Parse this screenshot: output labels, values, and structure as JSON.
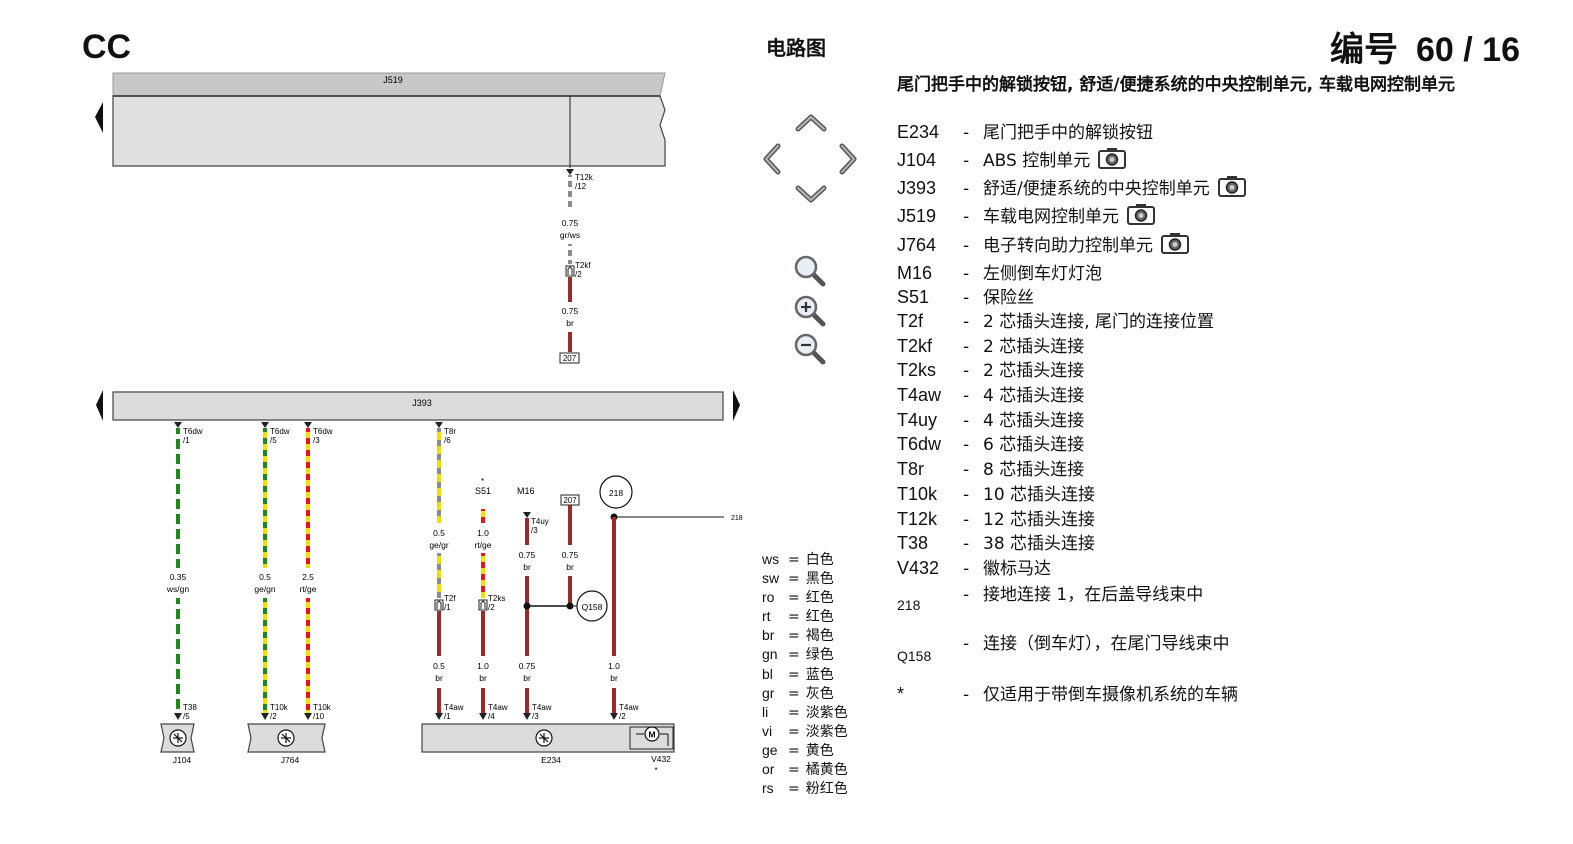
{
  "header": {
    "model": "CC",
    "title": "电路图",
    "number_label": "编号",
    "number_value": "60 / 16"
  },
  "legend": {
    "heading": "尾门把手中的解锁按钮, 舒适/便捷系统的中央控制单元, 车载电网控制单元",
    "dash": "-",
    "items": [
      {
        "code": "E234",
        "desc": "尾门把手中的解锁按钮",
        "camera": false
      },
      {
        "code": "J104",
        "desc": "ABS 控制单元",
        "camera": true
      },
      {
        "code": "J393",
        "desc": "舒适/便捷系统的中央控制单元",
        "camera": true
      },
      {
        "code": "J519",
        "desc": "车载电网控制单元",
        "camera": true
      },
      {
        "code": "J764",
        "desc": "电子转向助力控制单元",
        "camera": true
      },
      {
        "code": "M16",
        "desc": "左侧倒车灯灯泡",
        "camera": false
      },
      {
        "code": "S51",
        "desc": "保险丝",
        "camera": false
      },
      {
        "code": "T2f",
        "desc": "2 芯插头连接, 尾门的连接位置",
        "camera": false
      },
      {
        "code": "T2kf",
        "desc": "2 芯插头连接",
        "camera": false
      },
      {
        "code": "T2ks",
        "desc": "2 芯插头连接",
        "camera": false
      },
      {
        "code": "T4aw",
        "desc": "4 芯插头连接",
        "camera": false
      },
      {
        "code": "T4uy",
        "desc": "4 芯插头连接",
        "camera": false
      },
      {
        "code": "T6dw",
        "desc": "6 芯插头连接",
        "camera": false
      },
      {
        "code": "T8r",
        "desc": "8 芯插头连接",
        "camera": false
      },
      {
        "code": "T10k",
        "desc": "10 芯插头连接",
        "camera": false
      },
      {
        "code": "T12k",
        "desc": "12 芯插头连接",
        "camera": false
      },
      {
        "code": "T38",
        "desc": "38 芯插头连接",
        "camera": false
      },
      {
        "code": "V432",
        "desc": "徽标马达",
        "camera": false
      },
      {
        "code": "218",
        "desc": "接地连接 1，在后盖导线束中",
        "camera": false
      },
      {
        "code": "Q158",
        "desc": "连接（倒车灯），在尾门导线束中",
        "camera": false
      },
      {
        "code": "*",
        "desc": "仅适用于带倒车摄像机系统的车辆",
        "camera": false
      }
    ]
  },
  "color_key": {
    "separator": "=",
    "items": [
      {
        "code": "ws",
        "name": "白色"
      },
      {
        "code": "sw",
        "name": "黑色"
      },
      {
        "code": "ro",
        "name": "红色"
      },
      {
        "code": "rt",
        "name": "红色"
      },
      {
        "code": "br",
        "name": "褐色"
      },
      {
        "code": "gn",
        "name": "绿色"
      },
      {
        "code": "bl",
        "name": "蓝色"
      },
      {
        "code": "gr",
        "name": "灰色"
      },
      {
        "code": "li",
        "name": "淡紫色"
      },
      {
        "code": "vi",
        "name": "淡紫色"
      },
      {
        "code": "ge",
        "name": "黄色"
      },
      {
        "code": "or",
        "name": "橘黄色"
      },
      {
        "code": "rs",
        "name": "粉红色"
      }
    ]
  },
  "wire_colors": {
    "ws": "#ffffff",
    "gn": "#1e8a1e",
    "ge": "#f0e000",
    "rt": "#e8141e",
    "br": "#9b2b2b",
    "gr": "#8c8c8c",
    "frame": "#c8c8c8",
    "unit": "#dcdcdc"
  },
  "diagram": {
    "units": {
      "j519": "J519",
      "j393": "J393",
      "j104": "J104",
      "j764": "J764",
      "e234": "E234",
      "v432": "V432",
      "v432_note": "*"
    },
    "parts": {
      "s51": "S51",
      "s51_note": "*",
      "m16": "M16",
      "fuse_ref": "207",
      "fuse_ref_2": "207",
      "ground_ref": "218",
      "ground_ref_2": "218",
      "splice": "Q158",
      "motor": "M"
    },
    "connectors": {
      "t12k": "T12k",
      "t12k_pin": "/12",
      "t2kf": "T2kf",
      "t2kf_pin": "/2",
      "t6dw_1": "T6dw",
      "t6dw_1_pin": "/1",
      "t6dw_5": "T6dw",
      "t6dw_5_pin": "/5",
      "t6dw_3": "T6dw",
      "t6dw_3_pin": "/3",
      "t8r": "T8r",
      "t8r_pin": "/6",
      "t4uy": "T4uy",
      "t4uy_pin": "/3",
      "t2f": "T2f",
      "t2f_pin": "/1",
      "t2ks": "T2ks",
      "t2ks_pin": "/2",
      "t38": "T38",
      "t38_pin": "/5",
      "t10k_2": "T10k",
      "t10k_2_pin": "/2",
      "t10k_10": "T10k",
      "t10k_10_pin": "/10",
      "t4aw_1": "T4aw",
      "t4aw_1_pin": "/1",
      "t4aw_4": "T4aw",
      "t4aw_4_pin": "/4",
      "t4aw_3": "T4aw",
      "t4aw_3_pin": "/3",
      "t4aw_2": "T4aw",
      "t4aw_2_pin": "/2"
    },
    "wires": {
      "w_top_1": {
        "size": "0.75",
        "color": "gr/ws"
      },
      "w_top_2": {
        "size": "0.75",
        "color": "br"
      },
      "w_j104": {
        "size": "0.35",
        "color": "ws/gn"
      },
      "w_j764a": {
        "size": "0.5",
        "color": "ge/gn"
      },
      "w_j764b": {
        "size": "2.5",
        "color": "rt/ge"
      },
      "w_t8r": {
        "size": "0.5",
        "color": "ge/gr"
      },
      "w_s51": {
        "size": "1.0",
        "color": "rt/ge"
      },
      "w_m16": {
        "size": "0.75",
        "color": "br"
      },
      "w_207": {
        "size": "0.75",
        "color": "br"
      },
      "w_t2f": {
        "size": "0.5",
        "color": "br"
      },
      "w_t2ks": {
        "size": "1.0",
        "color": "br"
      },
      "w_m16_low": {
        "size": "0.75",
        "color": "br"
      },
      "w_218": {
        "size": "1.0",
        "color": "br"
      }
    }
  }
}
